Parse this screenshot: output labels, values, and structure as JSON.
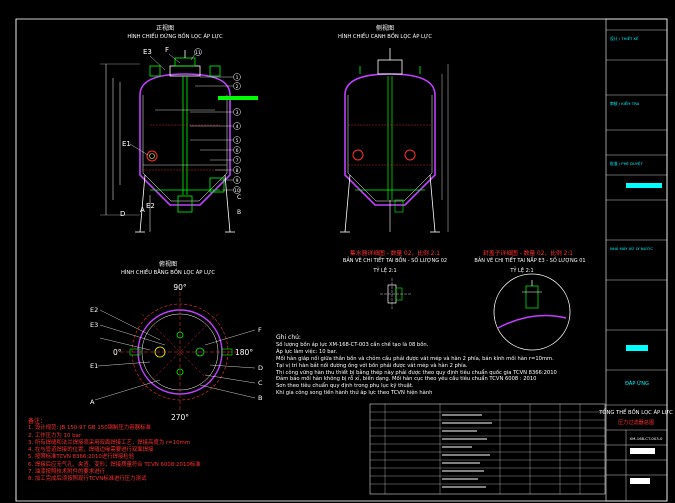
{
  "views": {
    "front": {
      "title_cn": "正视图",
      "title_vn": "HÌNH CHIẾU ĐỨNG BỒN LỌC ÁP LỰC"
    },
    "side": {
      "title_cn": "侧视图",
      "title_vn": "HÌNH CHIẾU CẠNH BỒN LỌC ÁP LỰC"
    },
    "top": {
      "title_cn": "俯视图",
      "title_vn": "HÌNH CHIẾU BẰNG BỒN LỌC ÁP LỰC"
    }
  },
  "details": [
    {
      "title_cn": "集水器详细图 - 数量 02，比例 2:1",
      "title_vn": "BẢN VẼ CHI TIẾT TAI BỒN - SỐ LƯỢNG 02",
      "scale": "TỶ LỆ 2:1"
    },
    {
      "title_cn": "封盖子详细图 - 数量 02，比例 2:1",
      "title_vn": "BẢN VẼ CHI TIẾT TAI NẮP E3 - SỐ LƯỢNG 01",
      "scale": "TỶ LỆ 2:1"
    }
  ],
  "labels": {
    "e3": "E3",
    "f": "F",
    "e1": "E1",
    "e2": "E2",
    "d": "D",
    "a": "A",
    "b": "B",
    "c": "C",
    "deg90": "90°",
    "deg180": "180°",
    "deg0": "0°",
    "deg270": "270°"
  },
  "balloons": [
    "1",
    "2",
    "3",
    "4",
    "5",
    "6",
    "7",
    "8",
    "9",
    "10",
    "11"
  ],
  "notes": {
    "title": "Ghi chú:",
    "items": [
      "Số lượng bồn áp lực XM-168-CT-003 cần chế tạo là 08 bồn.",
      "Áp lực làm việc: 10 bar.",
      "Mối hàn giáp nối giữa thân bồn và chỏm cầu phải được vát mép và hàn 2 phía, bán kính mối hàn r=10mm.",
      "Tại vị trí hàn bắt nối đường ống với bồn phải được vát mép và hàn 2 phía.",
      "Thi công vững hàn thu thiết bị bằng thép này phải được theo quy định tiêu chuẩn quốc gia TCVN 8366:2010",
      "Đảm bảo mối hàn không bị rỗ xỉ, biến dạng. Mối hàn cục theo yêu cầu tiêu chuẩn TCVN 6008 : 2010",
      "Sơn theo tiêu chuẩn quy định trong phụ lục kỹ thuật.",
      "Khi gia công song tiến hành thử áp lực theo TCVN hiện hành"
    ]
  },
  "red_notes": {
    "title": "备注：",
    "items": [
      "1. 设计规范: JB 150-97 GB 150钢制压力容器标准",
      "2. 工作压力为 10 bar",
      "3. 所有焊缝和法兰焊接须采用双面焊接工艺，焊接高度为 r=10mm",
      "4. 在与管道焊接的位置，焊缝边缘需要进行双面焊接",
      "5. 按照标准TCVN 8366:2010进行焊接检验",
      "6. 焊接后应无气孔、夹渣、变形；焊接质量符合 TCVN 6008:2010标准",
      "7. 油漆按照技术附件的要求进行",
      "8. 加工完成后须按照现行TCVN标准进行压力测试"
    ]
  },
  "title_block": {
    "company": "TỔNG THỂ BỒN LỌC ÁP LỰC",
    "title_cn": "压力过滤器总图",
    "drawing_no": "XM-168-CT-003-0",
    "label_design": "设计 / THIẾT KẾ",
    "label_check": "审核 / KIỂM TRA",
    "label_approve": "批准 / PHÊ DUYỆT",
    "stamp": "ĐÁP ỨNG",
    "project": "NHÀ MÁY XỬ LÝ NƯỚC"
  },
  "colors": {
    "background": "#000000",
    "tank_outline": "#ffffff",
    "shell": "#c040ff",
    "pipes": "#00ff00",
    "hidden": "#ff3030",
    "dims": "#00ffff",
    "notes_red": "#ff3030",
    "title_block_text": "#00ffff"
  }
}
